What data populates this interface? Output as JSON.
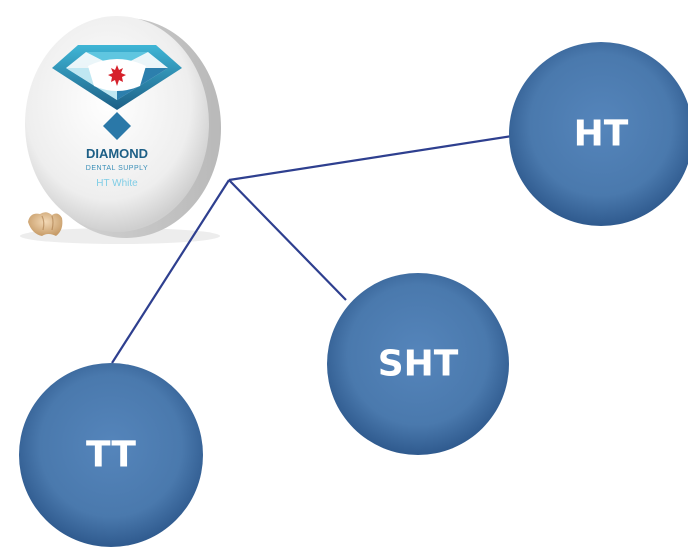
{
  "product": {
    "brand": "DIAMOND",
    "subbrand": "DENTAL SUPPLY",
    "variant": "HT White",
    "logo_icon": "diamond-maple-leaf-icon"
  },
  "nodes": {
    "ht": {
      "label": "HT"
    },
    "sht": {
      "label": "SHT"
    },
    "tt": {
      "label": "TT"
    }
  },
  "colors": {
    "node_fill": "#4a79ad",
    "connector": "#2e3f8f",
    "diamond_dark": "#1d5f86",
    "diamond_light": "#3fb6d6",
    "maple_leaf": "#d6202a",
    "disc_face": "#eeeeee"
  }
}
